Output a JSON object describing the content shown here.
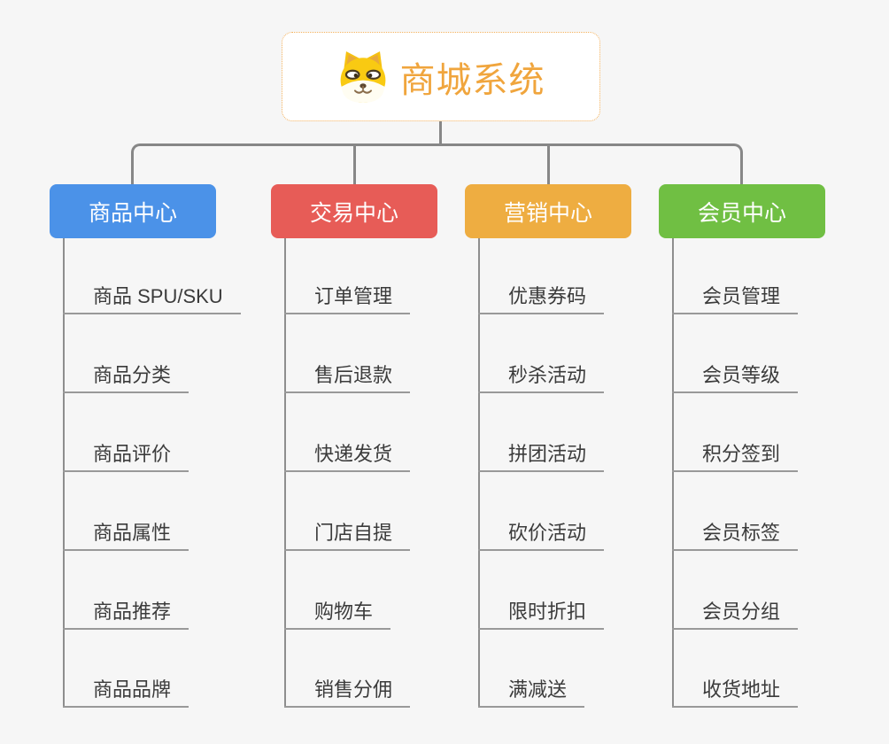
{
  "page": {
    "background": "#F6F6F6",
    "connector_color": "#878787"
  },
  "root": {
    "title": "商城系统",
    "icon": "dog-icon",
    "accent_color": "#F0A53D",
    "border_color": "#F3B05A"
  },
  "branches": [
    {
      "label": "商品中心",
      "color": "#4B92E8",
      "children": [
        "商品 SPU/SKU",
        "商品分类",
        "商品评价",
        "商品属性",
        "商品推荐",
        "商品品牌"
      ]
    },
    {
      "label": "交易中心",
      "color": "#E75C57",
      "children": [
        "订单管理",
        "售后退款",
        "快递发货",
        "门店自提",
        "购物车",
        "销售分佣"
      ]
    },
    {
      "label": "营销中心",
      "color": "#EEAD41",
      "children": [
        "优惠券码",
        "秒杀活动",
        "拼团活动",
        "砍价活动",
        "限时折扣",
        "满减送"
      ]
    },
    {
      "label": "会员中心",
      "color": "#70BF43",
      "children": [
        "会员管理",
        "会员等级",
        "积分签到",
        "会员标签",
        "会员分组",
        "收货地址"
      ]
    }
  ]
}
